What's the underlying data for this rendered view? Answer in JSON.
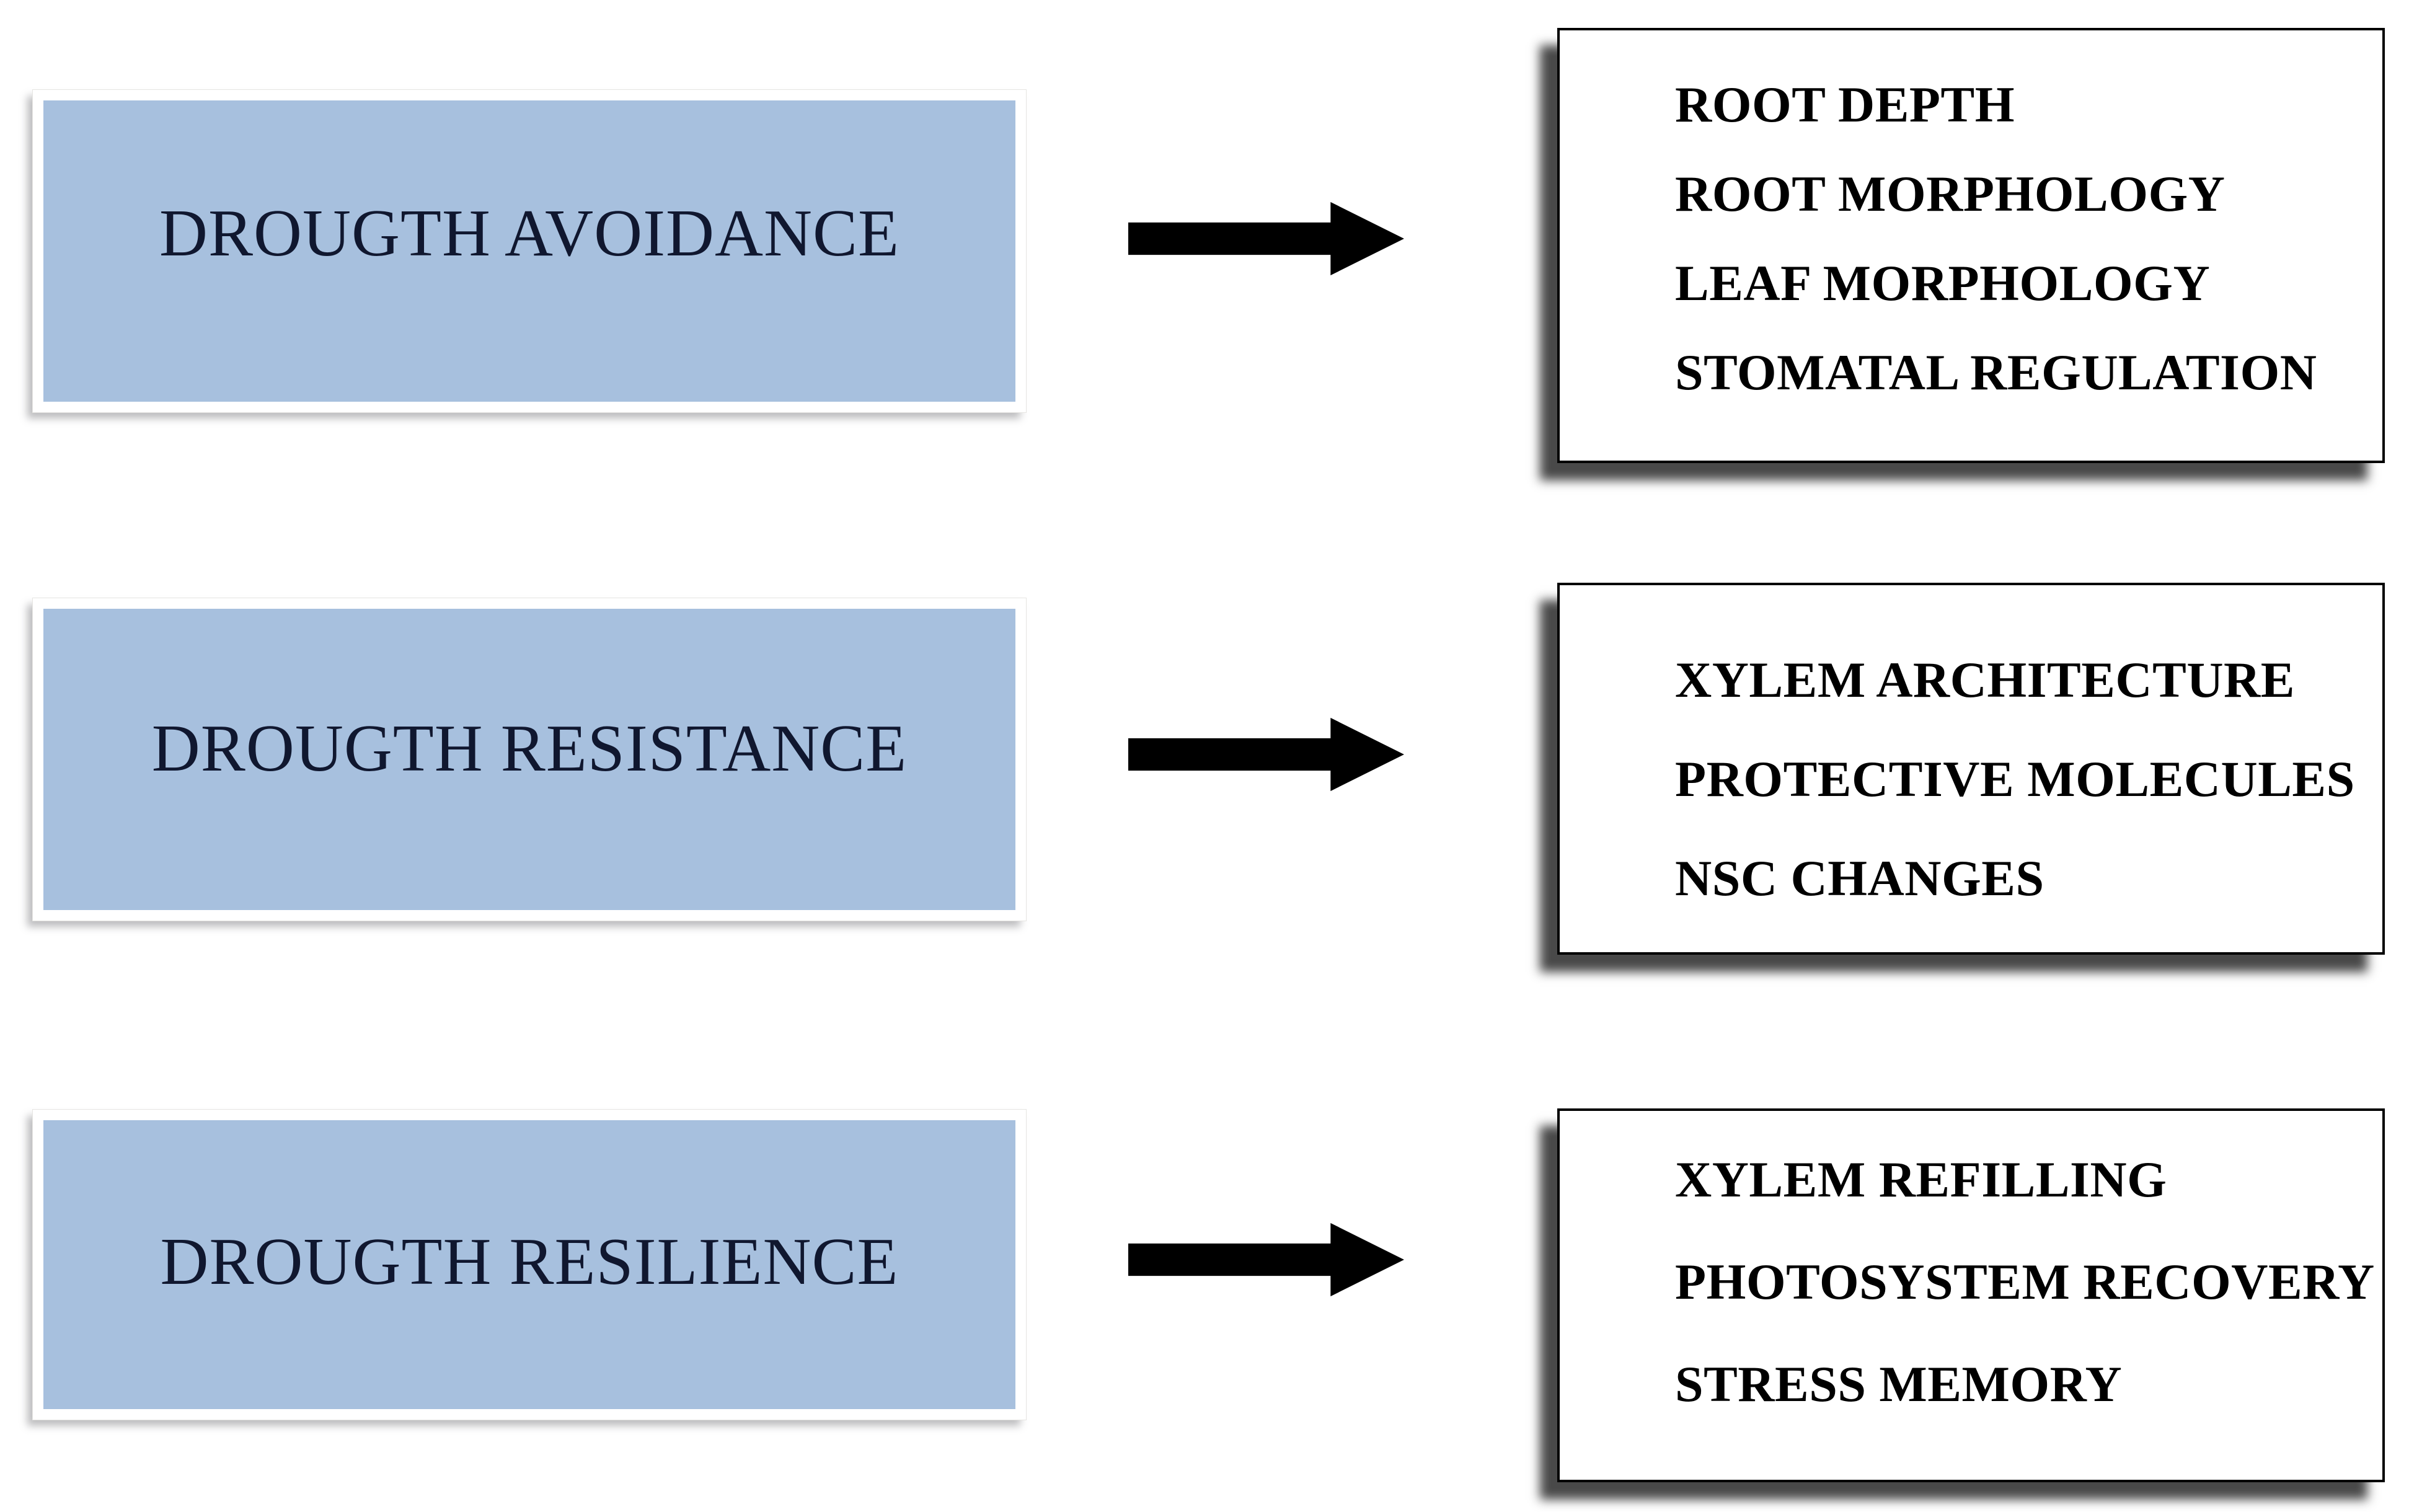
{
  "rows": [
    {
      "source": "DROUGTH AVOIDANCE",
      "items": [
        "ROOT DEPTH",
        "ROOT MORPHOLOGY",
        "LEAF MORPHOLOGY",
        "STOMATAL REGULATION"
      ]
    },
    {
      "source": "DROUGTH RESISTANCE",
      "items": [
        "XYLEM ARCHITECTURE",
        "PROTECTIVE MOLECULES",
        "NSC CHANGES"
      ]
    },
    {
      "source": "DROUGTH RESILIENCE",
      "items": [
        "XYLEM REFILLING",
        "PHOTOSYSTEM RECOVERY",
        "STRESS MEMORY"
      ]
    }
  ],
  "colors": {
    "background": "#ffffff",
    "strategy-fill": "#a7c0de",
    "strategy-frame": "#ffffff",
    "strategy-text": "#10172f",
    "trait-box-bg": "#ffffff",
    "trait-box-border": "#000000",
    "trait-text": "#000000",
    "arrow": "#000000"
  }
}
